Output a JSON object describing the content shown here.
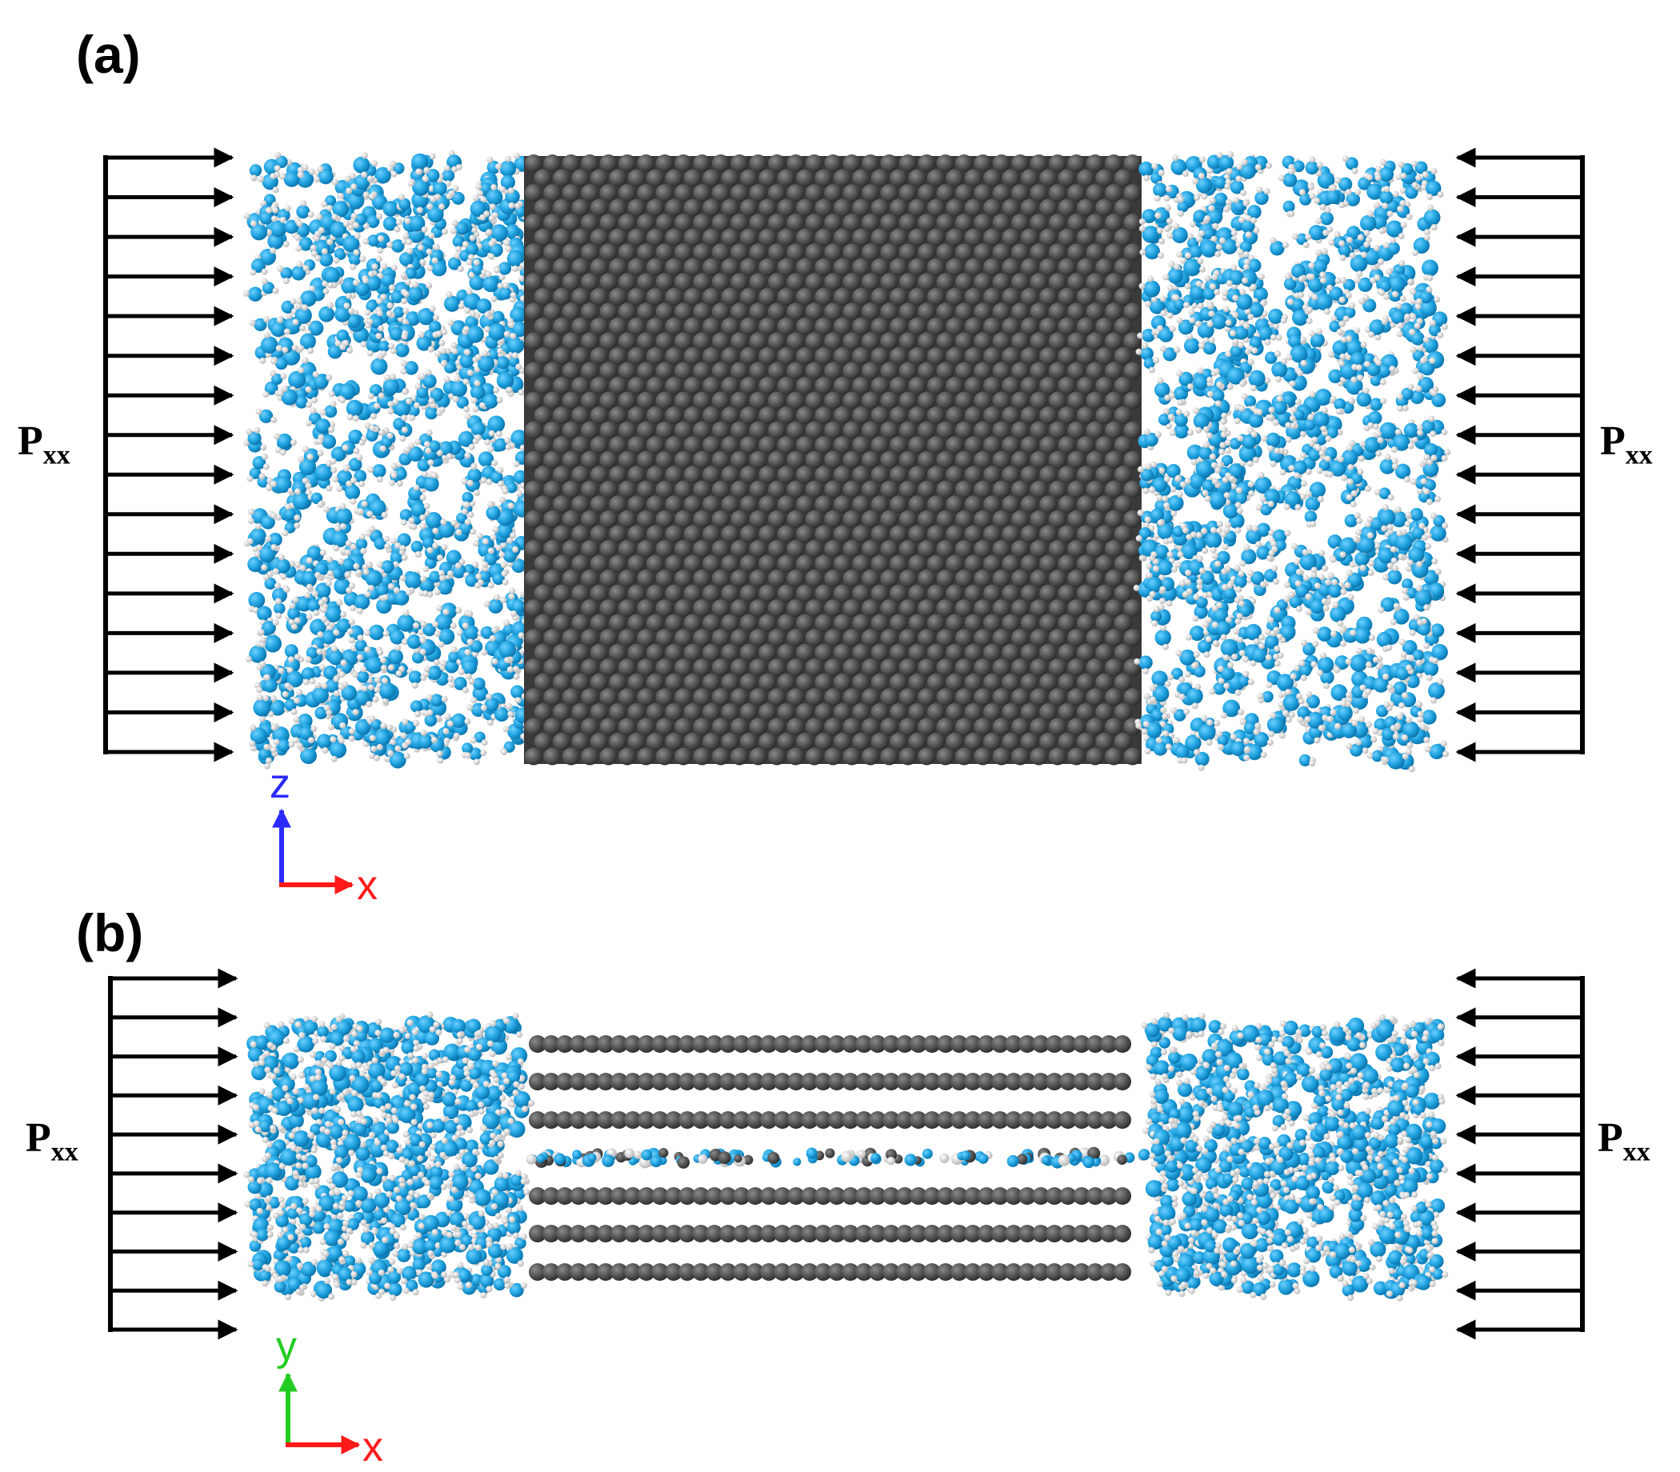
{
  "panel_a": {
    "label": "(a)",
    "pressure_left": "P",
    "pressure_left_sub": "xx",
    "pressure_right": "P",
    "pressure_right_sub": "xx",
    "axis_vertical": "z",
    "axis_horizontal": "x"
  },
  "panel_b": {
    "label": "(b)",
    "pressure_left": "P",
    "pressure_left_sub": "xx",
    "pressure_right": "P",
    "pressure_right_sub": "xx",
    "axis_vertical": "y",
    "axis_horizontal": "x"
  },
  "colors": {
    "water_oxygen": "#1fa3e0",
    "water_hydrogen": "#f2f2f2",
    "graphite_atom": "#4a4a4a",
    "axis_z": "#2b2bff",
    "axis_y": "#22cc22",
    "axis_x": "#ff1a1a",
    "arrow": "#000000"
  },
  "structure": {
    "panel_a_arrow_count": 16,
    "panel_b_arrow_count": 10,
    "panel_b_graphene_layers": 7,
    "panel_b_water_channel_layer_index": 3
  }
}
